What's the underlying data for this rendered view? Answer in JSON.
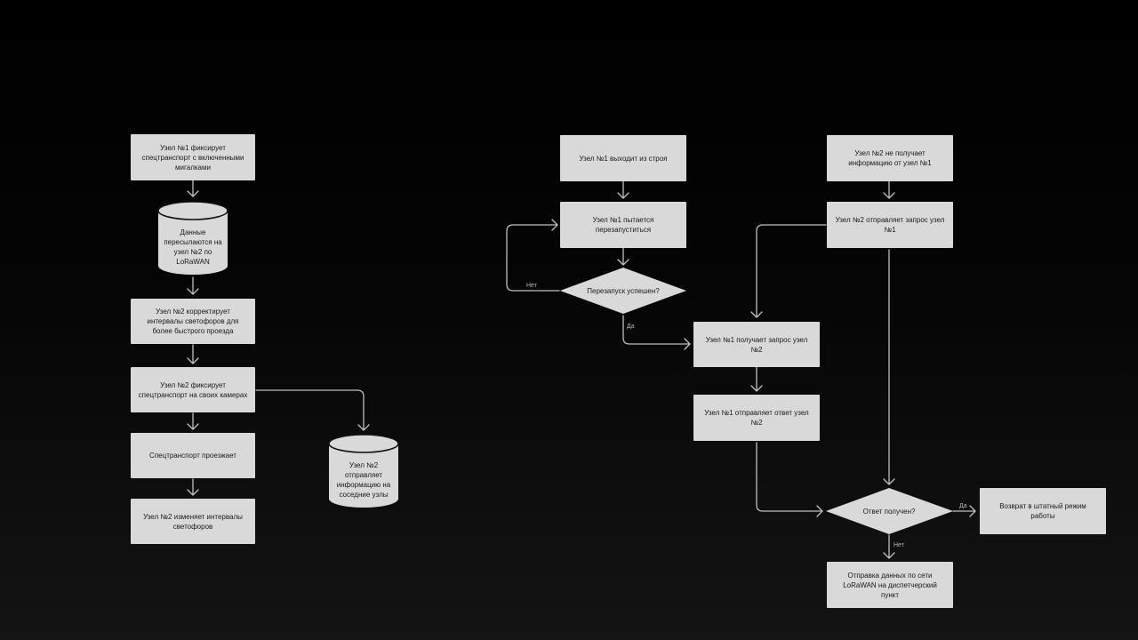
{
  "colors": {
    "node_fill": "#d9d9d9",
    "connector": "#bfbfbf",
    "background_top": "#000000",
    "background_bottom": "#141414"
  },
  "left_flow": {
    "n1": "Узел №1 фиксирует спецтранспорт с включенными мигалками",
    "db1": "Данные пересылаются на узел  №2 по LoRaWAN",
    "n2": "Узел №2 корректирует интервалы светофоров для более быстрого проезда",
    "n3": "Узел №2 фиксирует спецтранспорт на своих камерах",
    "n4": "Спецтранспорт проезжает",
    "n5": "Узел №2 изменяет интервалы светофоров",
    "db2": "Узел №2 отправляет информацию на соседние узлы"
  },
  "right_flow": {
    "a1": "Узел №1 выходит из строя",
    "a2": "Узел №1 пытается перезапуститься",
    "a3": "Перезапуск успешен?",
    "label_no_restart": "Нет",
    "label_yes_restart": "Да",
    "b1": "Узел №2 не получает информацию от узел №1",
    "b2": "Узел №2 отправляет запрос узел №1",
    "c1": "Узел №1 получает запрос узел №2",
    "c2": "Узел №1 отправляет ответ узел №2",
    "d1": "Ответ получен?",
    "label_yes_answer": "Да",
    "label_no_answer": "Нет",
    "d2": "Возврат в штатный режим работы",
    "d3": "Отправка данных по сети LoRaWAN на диспетчерский пункт"
  }
}
